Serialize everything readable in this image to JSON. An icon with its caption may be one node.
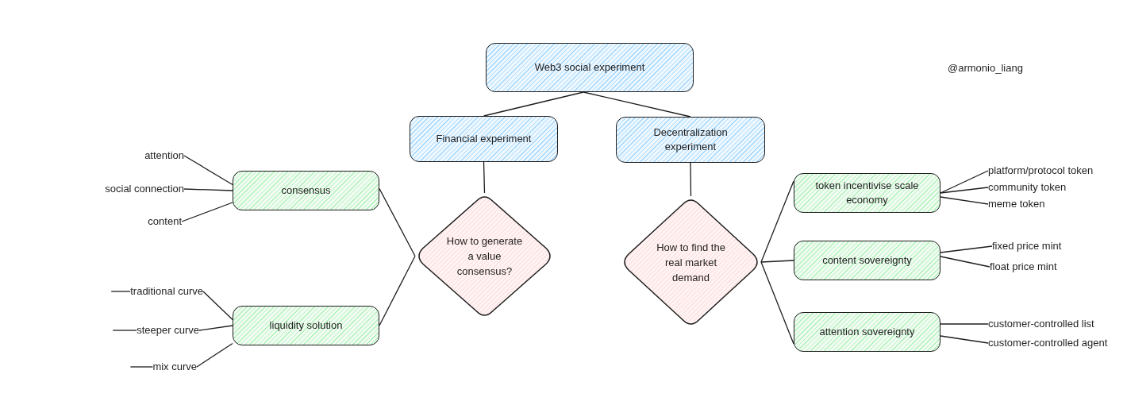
{
  "diagram": {
    "nodes": [
      {
        "text": [
          "Web3 social experiment"
        ]
      },
      {
        "text": [
          "Financial experiment"
        ]
      },
      {
        "text": [
          "Decentralization experiment"
        ]
      },
      {
        "text": [
          "How to generate a value consensus?"
        ]
      },
      {
        "text": [
          "How to find the real market demand"
        ]
      },
      {
        "text": [
          "consensus"
        ]
      },
      {
        "text": [
          "liquidity solution"
        ]
      },
      {
        "text": [
          "attention"
        ]
      },
      {
        "text": [
          "social connection"
        ]
      },
      {
        "text": [
          "content"
        ]
      },
      {
        "text": [
          "traditional curve"
        ]
      },
      {
        "text": [
          "steeper curve"
        ]
      },
      {
        "text": [
          "mix curve"
        ]
      },
      {
        "text": [
          "token incentivise scale economy"
        ]
      },
      {
        "text": [
          "content sovereignty"
        ]
      },
      {
        "text": [
          "attention sovereignty"
        ]
      },
      {
        "text": [
          "platform/protocol token"
        ]
      },
      {
        "text": [
          "community token"
        ]
      },
      {
        "text": [
          "meme token"
        ]
      },
      {
        "text": [
          "fixed price mint"
        ]
      },
      {
        "text": [
          "float price mint"
        ]
      },
      {
        "text": [
          "customer-controlled list"
        ]
      },
      {
        "text": [
          "customer-controlled agent"
        ]
      }
    ],
    "edges": [
      {
        "from": 0,
        "to": 1,
        "arrow": "none"
      },
      {
        "from": 0,
        "to": 2,
        "arrow": "none"
      },
      {
        "from": 1,
        "to": 3,
        "arrow": "none"
      },
      {
        "from": 2,
        "to": 4,
        "arrow": "none"
      },
      {
        "from": 3,
        "to": 5,
        "arrow": "none"
      },
      {
        "from": 3,
        "to": 6,
        "arrow": "none"
      },
      {
        "from": 5,
        "to": 7,
        "arrow": "none"
      },
      {
        "from": 5,
        "to": 8,
        "arrow": "none"
      },
      {
        "from": 5,
        "to": 9,
        "arrow": "none"
      },
      {
        "from": 6,
        "to": 10,
        "arrow": "none"
      },
      {
        "from": 6,
        "to": 11,
        "arrow": "none"
      },
      {
        "from": 6,
        "to": 12,
        "arrow": "none"
      },
      {
        "from": null,
        "to": 10,
        "arrow": "none"
      },
      {
        "from": null,
        "to": 11,
        "arrow": "none"
      },
      {
        "from": null,
        "to": 12,
        "arrow": "none"
      },
      {
        "from": 4,
        "to": 13,
        "arrow": "none"
      },
      {
        "from": 4,
        "to": 14,
        "arrow": "none"
      },
      {
        "from": 4,
        "to": 15,
        "arrow": "none"
      },
      {
        "from": 13,
        "to": 16,
        "arrow": "none"
      },
      {
        "from": 13,
        "to": 17,
        "arrow": "none"
      },
      {
        "from": 13,
        "to": 18,
        "arrow": "none"
      },
      {
        "from": 14,
        "to": 19,
        "arrow": "none"
      },
      {
        "from": 14,
        "to": 20,
        "arrow": "none"
      },
      {
        "from": 15,
        "to": 21,
        "arrow": "none"
      },
      {
        "from": 15,
        "to": 22,
        "arrow": "none"
      }
    ],
    "labels": [
      "@armonio_liang"
    ]
  }
}
